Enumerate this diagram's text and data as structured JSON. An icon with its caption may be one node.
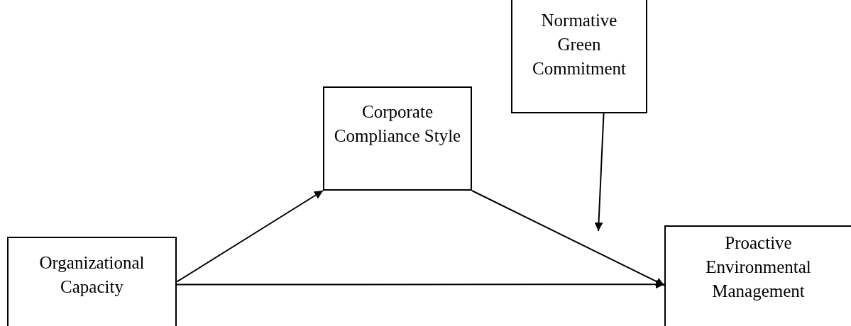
{
  "diagram": {
    "nodes": [
      {
        "text": [
          "Organizational Capacity"
        ]
      },
      {
        "text": [
          "Corporate Compliance Style"
        ]
      },
      {
        "text": [
          "Normative Green Commitment"
        ]
      },
      {
        "text": [
          "Proactive Environmental Management"
        ]
      }
    ],
    "edges": [
      {
        "from": 0,
        "to": 1,
        "arrow": "to"
      },
      {
        "from": 1,
        "to": 3,
        "arrow": "to"
      },
      {
        "from": 0,
        "to": 3,
        "arrow": "to"
      },
      {
        "from": 2,
        "to": null,
        "arrow": "to"
      }
    ]
  }
}
